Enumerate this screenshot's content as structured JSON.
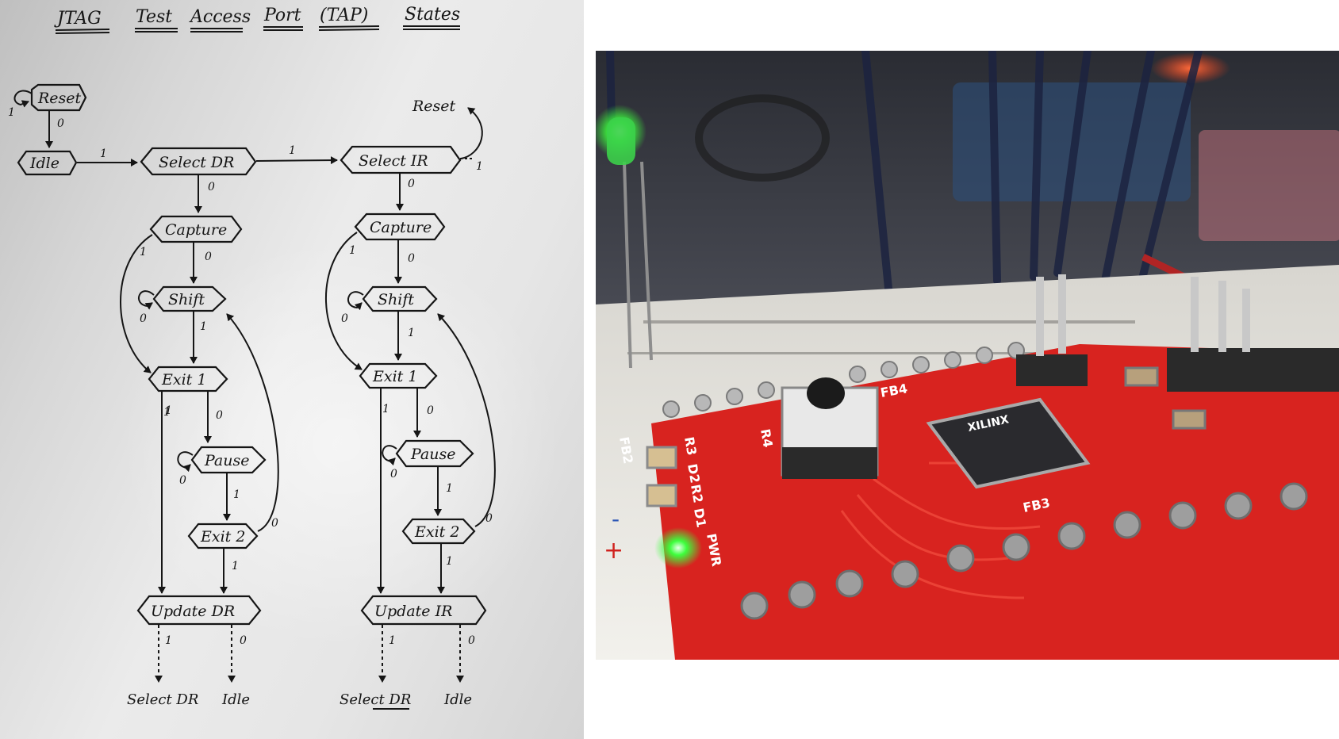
{
  "diagram": {
    "title_words": [
      "JTAG",
      "Test",
      "Access",
      "Port",
      "(TAP)",
      "States"
    ],
    "states": {
      "reset": "Reset",
      "idle": "Idle",
      "select_dr": "Select DR",
      "select_ir": "Select IR",
      "capture_dr": "Capture",
      "capture_ir": "Capture",
      "shift_dr": "Shift",
      "shift_ir": "Shift",
      "exit1_dr": "Exit 1",
      "exit1_ir": "Exit 1",
      "pause_dr": "Pause",
      "pause_ir": "Pause",
      "exit2_dr": "Exit 2",
      "exit2_ir": "Exit 2",
      "update_dr": "Update DR",
      "update_ir": "Update IR"
    },
    "top_right_reset": "Reset",
    "bottom_targets": {
      "dr_one": "Select DR",
      "dr_zero": "Idle",
      "ir_one": "Select DR",
      "ir_zero": "Idle"
    },
    "edge_labels": {
      "one": "1",
      "zero": "0"
    }
  },
  "photo": {
    "board_color": "#d8231f",
    "led_color": "#3cff3c",
    "pcb_silkscreen": {
      "chip_brand": "XILINX",
      "fb4": "FB4",
      "fb3": "FB3",
      "fb2": "FB2",
      "r3": "R3",
      "r2": "R2",
      "r4": "R4",
      "d2": "D2",
      "d1": "D1",
      "pwr": "PWR",
      "minus": "-",
      "plus": "+"
    }
  }
}
